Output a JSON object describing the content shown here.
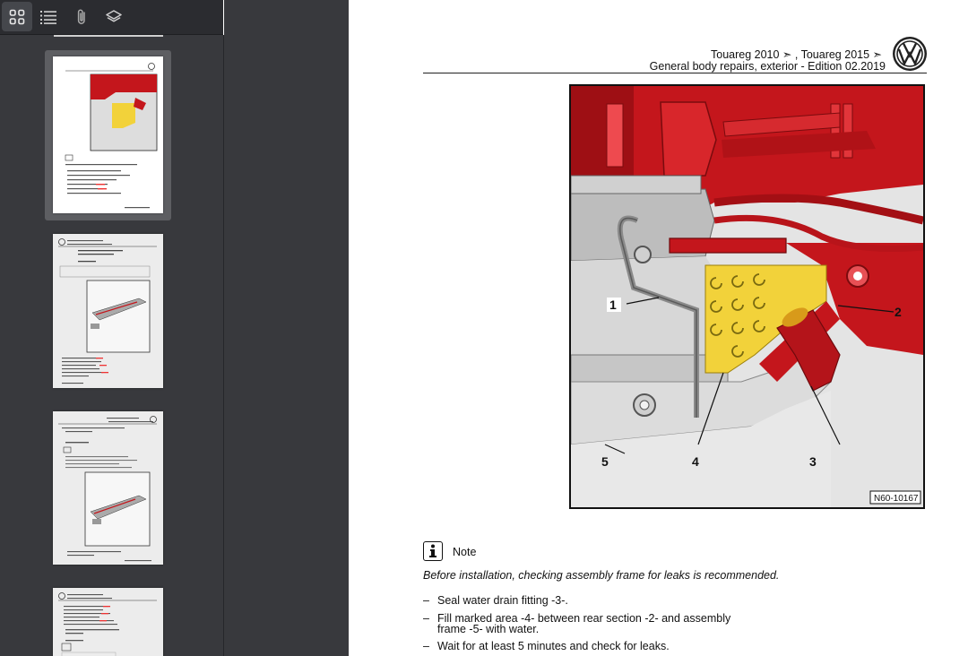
{
  "toolbar": {
    "buttons": [
      {
        "name": "thumbnails-view-button",
        "icon": "grid-icon",
        "active": true
      },
      {
        "name": "outline-view-button",
        "icon": "list-icon",
        "active": false
      },
      {
        "name": "attachments-view-button",
        "icon": "paperclip-icon",
        "active": false
      },
      {
        "name": "layers-view-button",
        "icon": "layers-icon",
        "active": false
      }
    ]
  },
  "document": {
    "header": {
      "models": "Touareg 2010 ➣ , Touareg 2015 ➣",
      "edition": "General body repairs, exterior - Edition 02.2019"
    },
    "figure": {
      "code": "N60-10167",
      "labels": [
        "1",
        "2",
        "3",
        "4",
        "5"
      ]
    },
    "note": {
      "title": "Note",
      "text": "Before installation, checking assembly frame for leaks is recommended."
    },
    "steps": [
      "Seal water drain fitting -3-.",
      "Fill marked area -4- between rear section -2- and assembly\nframe -5- with water.",
      "Wait for at least 5 minutes and check for leaks."
    ],
    "dash": "–"
  },
  "colors": {
    "sidebar_bg": "#38393d",
    "toolbar_bg": "#2b2c30",
    "figure_red": "#c4161c",
    "figure_yellow": "#f2d23a",
    "figure_grey": "#c8c8c8"
  }
}
